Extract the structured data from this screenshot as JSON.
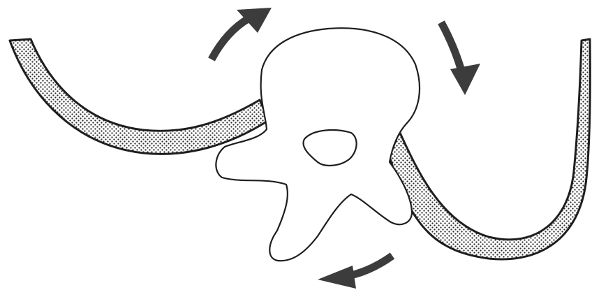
{
  "figure": {
    "subject": "vertebra-with-ribs-rotation-diagram",
    "colors": {
      "background": "#ffffff",
      "outline": "#1e1e1e",
      "stipple": "#2a2a2a",
      "arrow": "#3c3c3c"
    },
    "arrows": [
      {
        "name": "rotation-arrow-top-left",
        "direction": "up-right"
      },
      {
        "name": "rotation-arrow-top-right",
        "direction": "down"
      },
      {
        "name": "rotation-arrow-bottom",
        "direction": "left"
      }
    ],
    "icons": [
      "vertebra-icon",
      "left-rib-icon",
      "right-rib-icon",
      "vertebral-foramen-icon"
    ]
  }
}
